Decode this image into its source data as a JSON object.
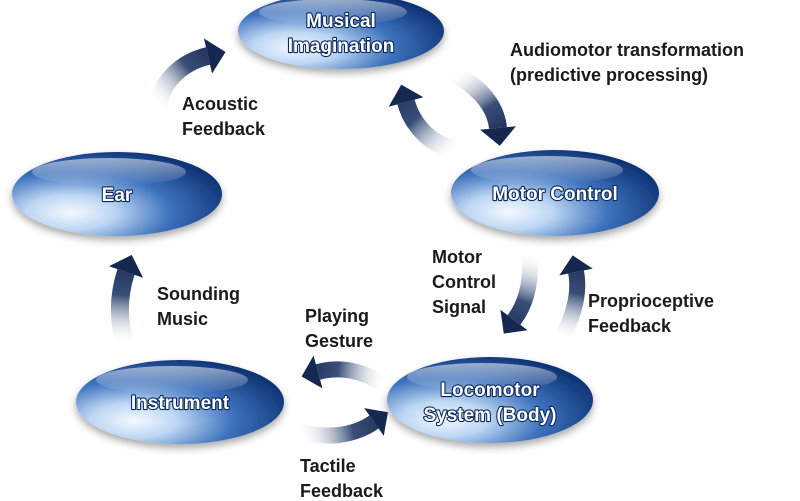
{
  "nodes": {
    "musical_imagination": {
      "line1": "Musical",
      "line2": "Imagination"
    },
    "motor_control": {
      "label": "Motor Control"
    },
    "locomotor_system": {
      "line1": "Locomotor",
      "line2": "System (Body)"
    },
    "instrument": {
      "label": "Instrument"
    },
    "ear": {
      "label": "Ear"
    }
  },
  "edges": {
    "audiomotor": {
      "line1": "Audiomotor transformation",
      "line2": "(predictive processing)"
    },
    "motor_control_signal": {
      "line1": "Motor",
      "line2": "Control",
      "line3": "Signal"
    },
    "proprioceptive": {
      "line1": "Proprioceptive",
      "line2": "Feedback"
    },
    "playing_gesture": {
      "line1": "Playing",
      "line2": "Gesture"
    },
    "tactile": {
      "line1": "Tactile",
      "line2": "Feedback"
    },
    "sounding_music": {
      "line1": "Sounding",
      "line2": "Music"
    },
    "acoustic": {
      "line1": "Acoustic",
      "line2": "Feedback"
    }
  },
  "colors": {
    "node_dark": "#0b2f6e",
    "node_mid": "#2b5fae",
    "node_light": "#eaf3ff",
    "arrow_dark": "#15284f",
    "arrow_light": "#ffffff"
  }
}
